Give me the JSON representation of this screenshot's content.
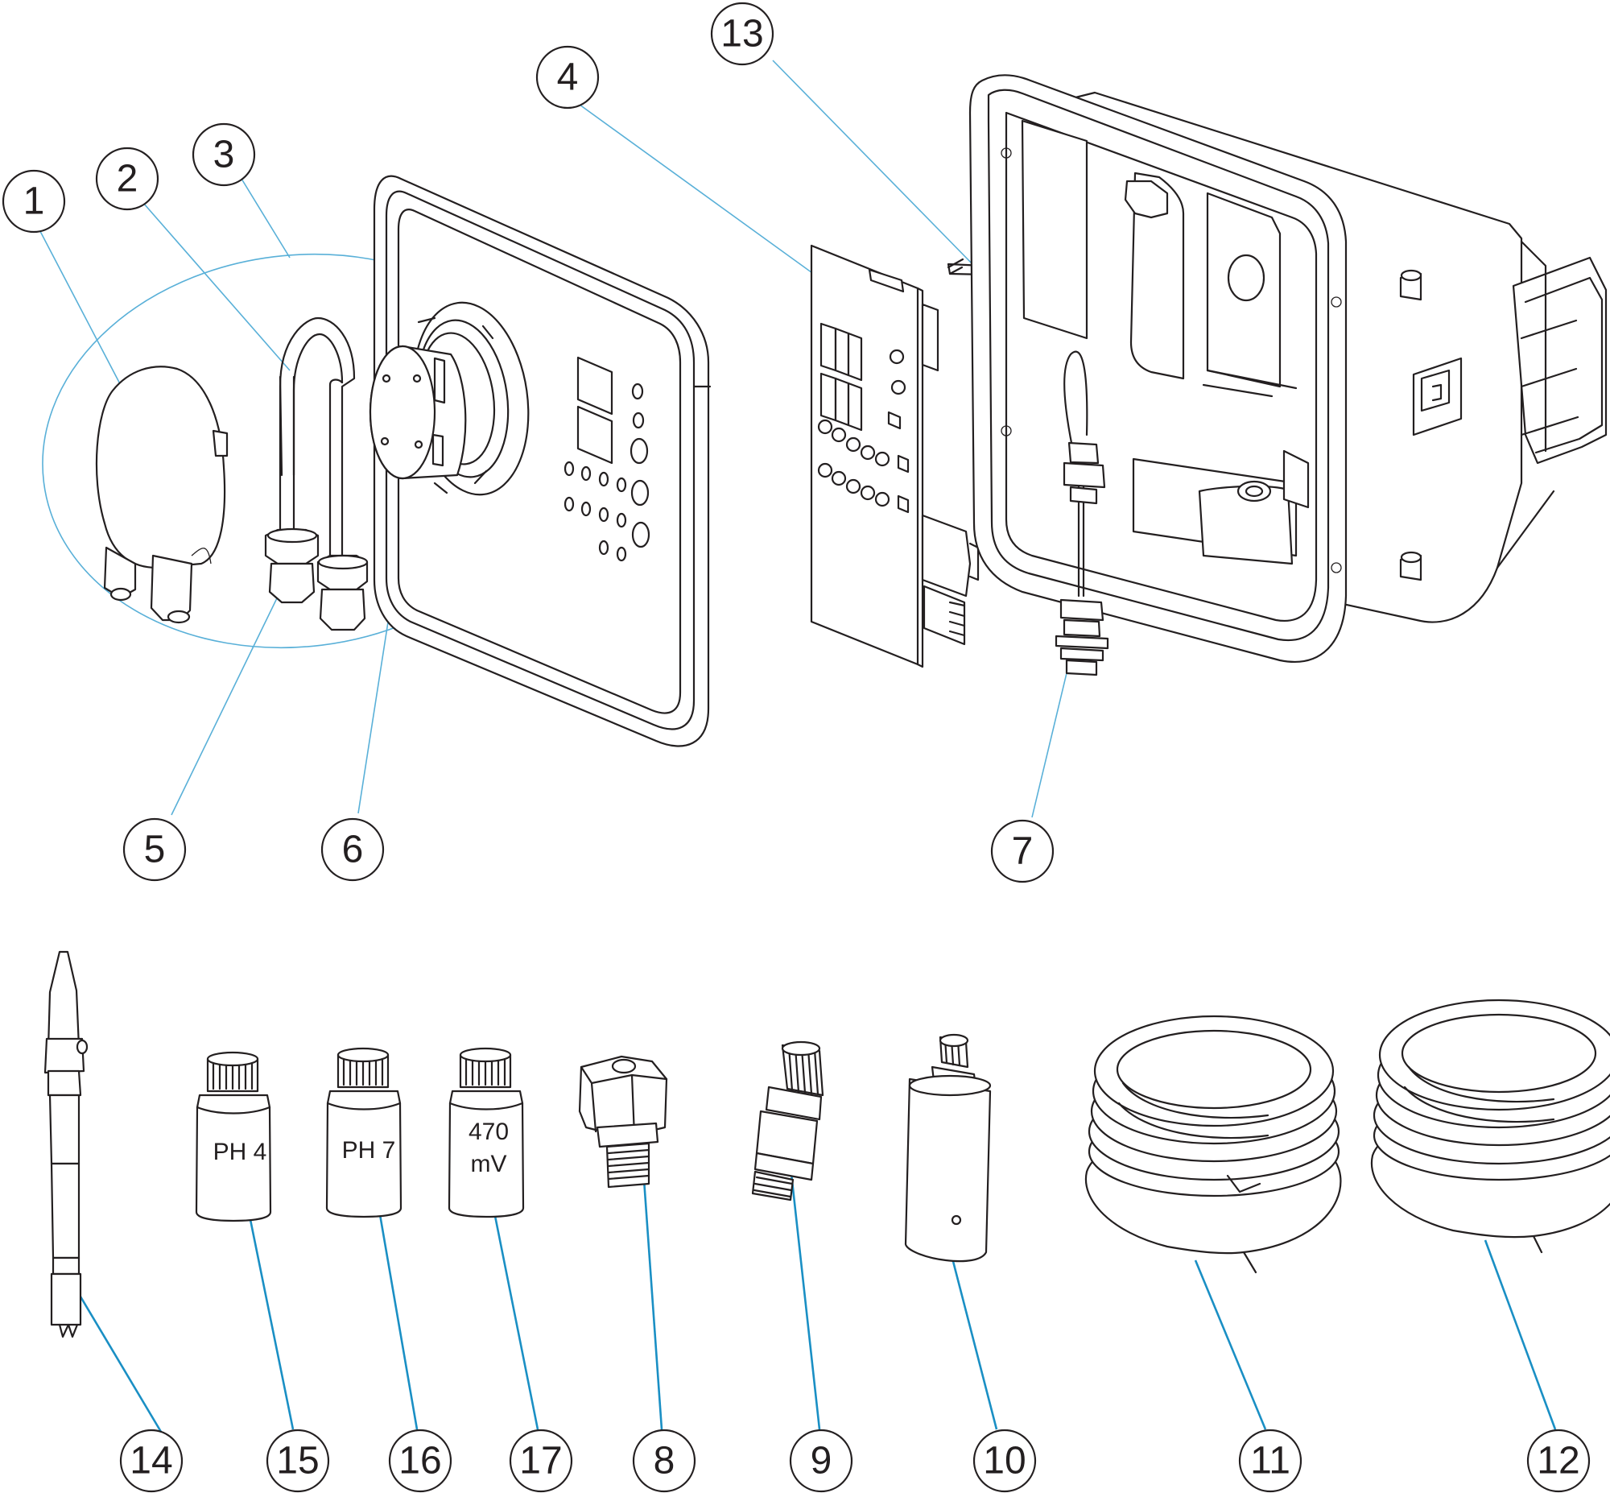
{
  "callouts": {
    "c1": "1",
    "c2": "2",
    "c3": "3",
    "c4": "4",
    "c5": "5",
    "c6": "6",
    "c7": "7",
    "c8": "8",
    "c9": "9",
    "c10": "10",
    "c11": "11",
    "c12": "12",
    "c13": "13",
    "c14": "14",
    "c15": "15",
    "c16": "16",
    "c17": "17"
  },
  "bottles": {
    "ph4": "PH 4",
    "ph7": "PH 7",
    "mv_top": "470",
    "mv_bottom": "mV"
  },
  "colors": {
    "line": "#231f20",
    "leader_light": "#59b0d8",
    "leader_dark": "#1a8fc4"
  }
}
